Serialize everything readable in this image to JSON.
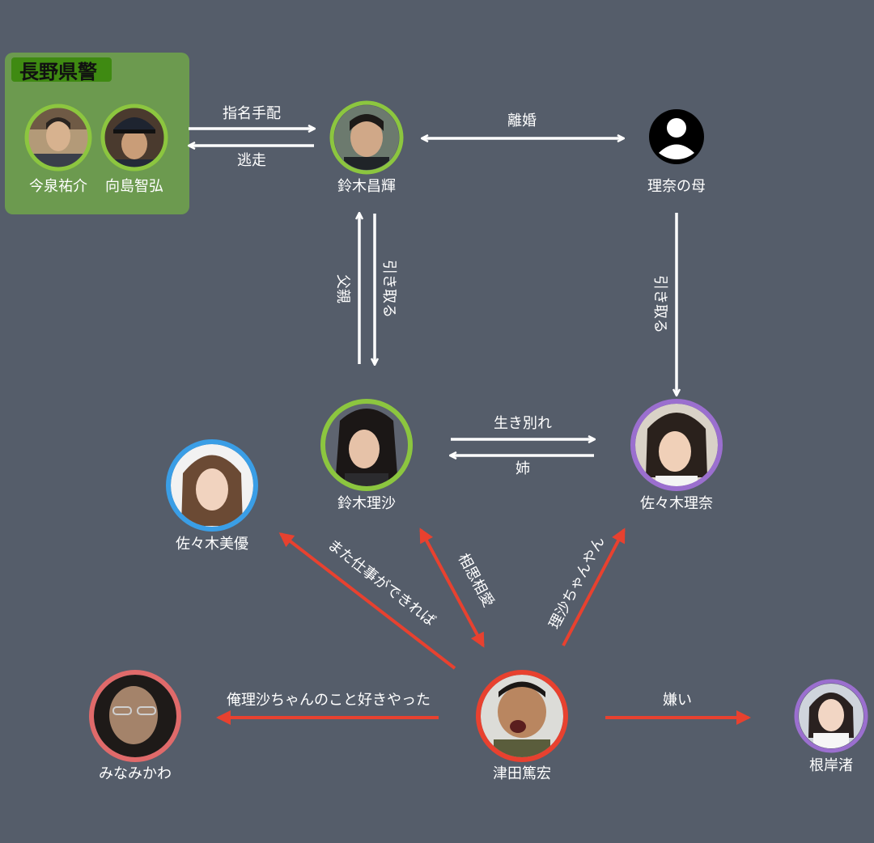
{
  "group": {
    "title": "長野県警",
    "color": "#6c9a4f",
    "title_bg": "#3f8a12"
  },
  "nodes": {
    "imaizumi": {
      "label": "今泉祐介",
      "ring": "#8cc63f",
      "icon": "person-photo"
    },
    "mukaijima": {
      "label": "向島智弘",
      "ring": "#8cc63f",
      "icon": "police-officer-photo"
    },
    "masaki": {
      "label": "鈴木昌輝",
      "ring": "#8cc63f",
      "icon": "person-photo"
    },
    "rina_mother": {
      "label": "理奈の母",
      "ring": "none",
      "icon": "user-silhouette-icon"
    },
    "risa": {
      "label": "鈴木理沙",
      "ring": "#8cc63f",
      "icon": "person-photo"
    },
    "rina": {
      "label": "佐々木理奈",
      "ring": "#9b6fcf",
      "icon": "person-photo"
    },
    "miyu": {
      "label": "佐々木美優",
      "ring": "#3a9ee6",
      "icon": "person-photo"
    },
    "minamikawa": {
      "label": "みなみかわ",
      "ring": "#e06a6a",
      "icon": "person-photo"
    },
    "tsuda": {
      "label": "津田篤宏",
      "ring": "#e8412f",
      "icon": "person-photo"
    },
    "negishi": {
      "label": "根岸渚",
      "ring": "#9b6fcf",
      "icon": "person-photo"
    }
  },
  "edges": {
    "wanted": "指名手配",
    "escape": "逃走",
    "divorce": "離婚",
    "father": "父親",
    "take_in_masaki": "引き取る",
    "take_in_mother": "引き取る",
    "separated": "生き別れ",
    "sister": "姉",
    "again_work": "また仕事ができれば",
    "mutual_love": "相思相愛",
    "risa_chan": "理沙ちゃんやん",
    "liked_risa": "俺理沙ちゃんのこと好きやった",
    "dislike": "嫌い"
  },
  "colors": {
    "background": "#555d6a",
    "white_arrow": "#ffffff",
    "red_arrow": "#e8412f"
  }
}
